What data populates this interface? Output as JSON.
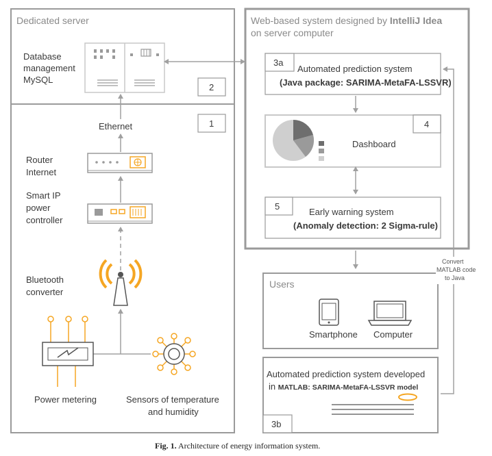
{
  "colors": {
    "orange": "#F5A623",
    "border": "#9a9a9a",
    "light": "#c8c8c8",
    "arrow": "#a0a0a0"
  },
  "server": {
    "title": "Dedicated server",
    "db_label_1": "Database",
    "db_label_2": "management",
    "db_label_3": "MySQL",
    "badge": "2"
  },
  "field": {
    "badge": "1",
    "ethernet": "Ethernet",
    "router_1": "Router",
    "router_2": "Internet",
    "smartip_1": "Smart IP",
    "smartip_2": "power",
    "smartip_3": "controller",
    "bt_1": "Bluetooth",
    "bt_2": "converter",
    "meter": "Power metering",
    "sensor_1": "Sensors of temperature",
    "sensor_2": "and humidity"
  },
  "web": {
    "title_prefix": "Web-based system designed by ",
    "title_bold": "IntelliJ Idea",
    "title_line2": "on server computer",
    "box3a_badge": "3a",
    "box3a_title": "Automated prediction system",
    "box3a_sub": "(Java package: SARIMA-MetaFA-LSSVR)",
    "dash_badge": "4",
    "dash_title": "Dashboard",
    "ews_badge": "5",
    "ews_title": "Early warning system",
    "ews_sub": "(Anomaly detection: 2 Sigma-rule)"
  },
  "users": {
    "title": "Users",
    "smartphone": "Smartphone",
    "computer": "Computer"
  },
  "convert": {
    "line1": "Convert",
    "line2": "MATLAB code",
    "line3": "to Java"
  },
  "matlab": {
    "line1": "Automated prediction system developed",
    "line2_prefix": "in ",
    "line2_bold": "MATLAB: SARIMA-MetaFA-LSSVR model",
    "badge": "3b"
  },
  "caption": {
    "fig": "Fig. 1.",
    "text": " Architecture of energy information system."
  }
}
